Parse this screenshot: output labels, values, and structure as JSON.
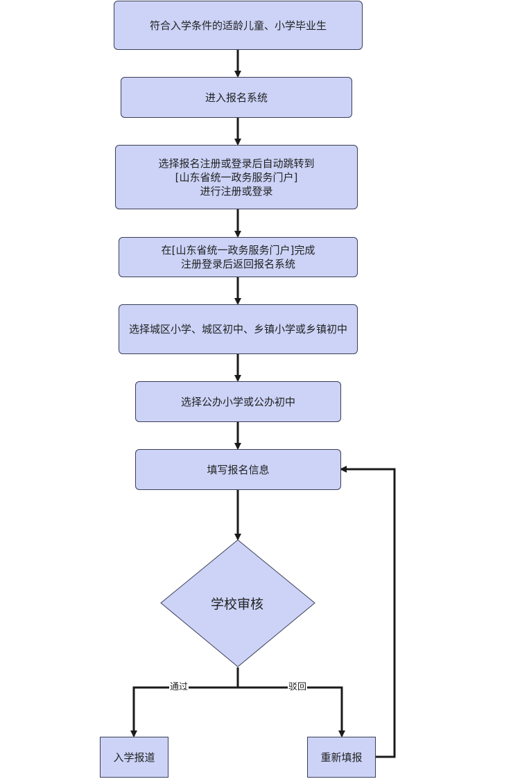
{
  "nodes": {
    "start": {
      "lines": [
        "符合入学条件的适龄儿童、小学毕业生"
      ]
    },
    "enter_system": {
      "lines": [
        "进入报名系统"
      ]
    },
    "register_redirect": {
      "lines": [
        "选择报名注册或登录后自动跳转到",
        "[山东省统一政务服务门户]",
        "进行注册或登录"
      ]
    },
    "complete_register": {
      "lines": [
        "在[山东省统一政务服务门户]完成",
        "注册登录后返回报名系统"
      ]
    },
    "select_area": {
      "lines": [
        "选择城区小学、城区初中、乡镇小学或乡镇初中"
      ]
    },
    "select_public": {
      "lines": [
        "选择公办小学或公办初中"
      ]
    },
    "fill_info": {
      "lines": [
        "填写报名信息"
      ]
    },
    "school_review": {
      "label": "学校审核"
    },
    "enroll": {
      "lines": [
        "入学报道"
      ]
    },
    "refill": {
      "lines": [
        "重新填报"
      ]
    }
  },
  "edge_labels": {
    "pass": "通过",
    "reject": "驳回"
  },
  "colors": {
    "node_fill": "#ccd3f7",
    "node_border": "#3a3d55",
    "edge": "#1a1a1a"
  }
}
